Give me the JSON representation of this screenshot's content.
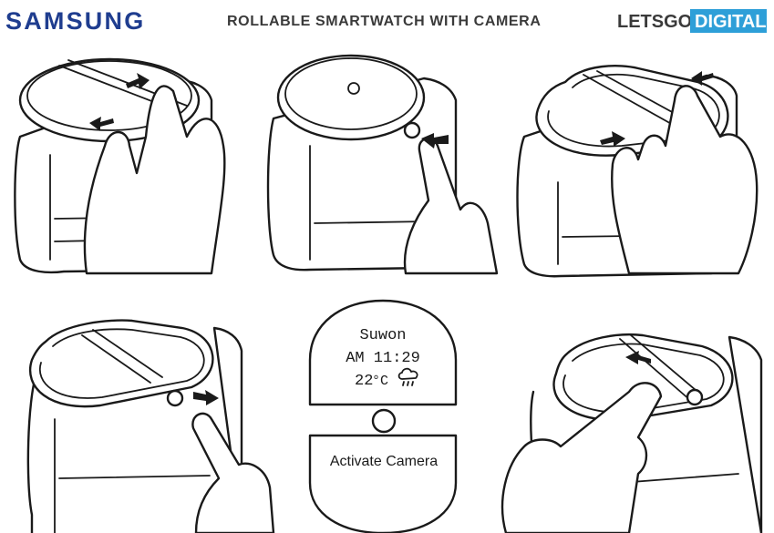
{
  "header": {
    "brand_left": "SAMSUNG",
    "title": "ROLLABLE SMARTWATCH WITH CAMERA",
    "brand_right_a": "LETSGO",
    "brand_right_b": "DIGITAL"
  },
  "screen": {
    "city": "Suwon",
    "time": "AM 11:29",
    "temp": "22",
    "temp_unit": "°C",
    "weather_icon": "rain-cloud-icon",
    "camera_label": "Activate Camera"
  },
  "colors": {
    "samsung_blue": "#1f3d8f",
    "title_gray": "#3a3a3a",
    "digital_blue": "#2e9fd8",
    "ink": "#1a1a1a"
  }
}
